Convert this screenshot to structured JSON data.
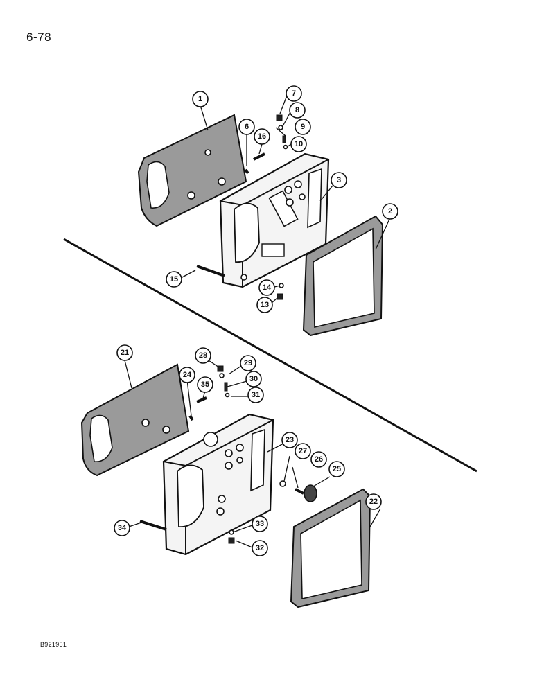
{
  "page": {
    "number": "6-78",
    "reference": "B921951"
  },
  "callouts": [
    "1",
    "2",
    "3",
    "6",
    "7",
    "8",
    "9",
    "10",
    "13",
    "14",
    "15",
    "16",
    "21",
    "22",
    "23",
    "24",
    "25",
    "26",
    "27",
    "28",
    "29",
    "30",
    "31",
    "32",
    "33",
    "34",
    "35"
  ],
  "colors": {
    "ink": "#111111",
    "gasket_fill": "#9a9a9a",
    "plate_fill": "#f4f4f4",
    "paper": "#ffffff"
  }
}
